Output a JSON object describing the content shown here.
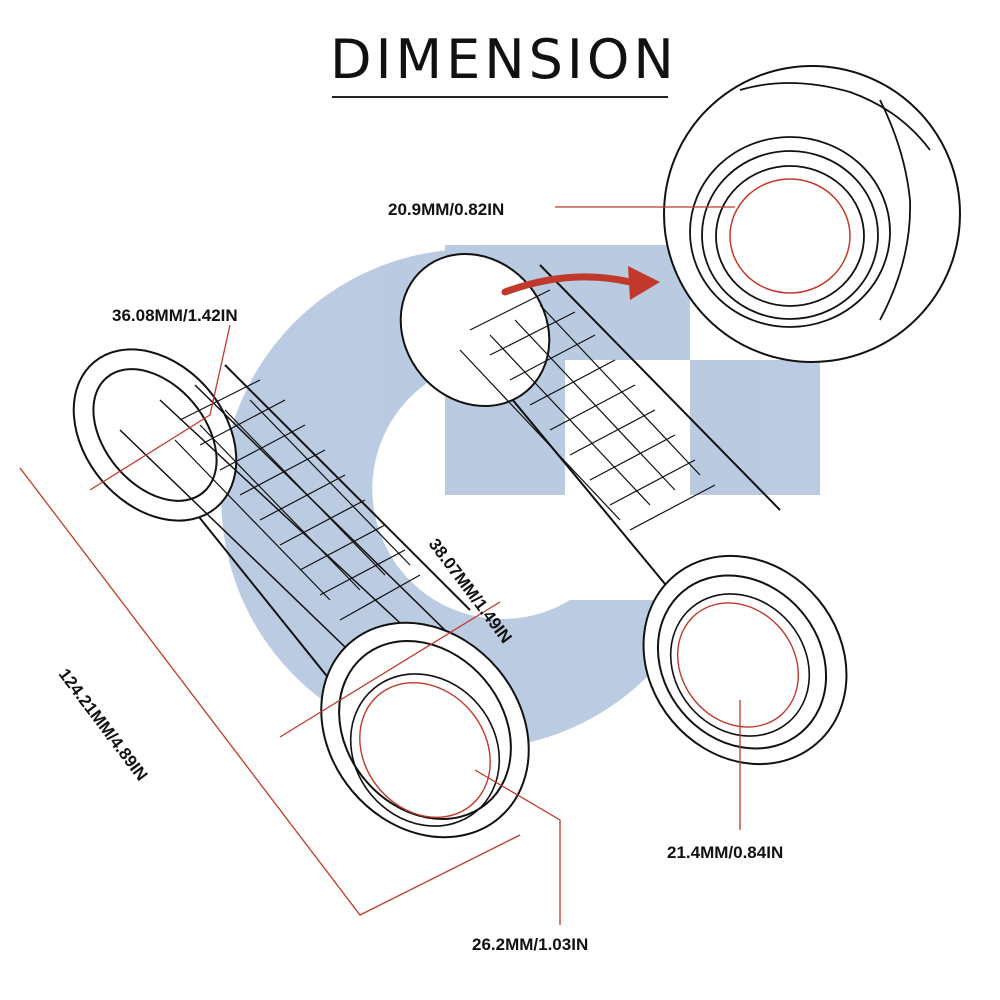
{
  "title": "DIMENSION",
  "watermark_color": "#b7c8e0",
  "line_color": "#c0392b",
  "arrow_color": "#c0392b",
  "dimensions": {
    "inner_top": "20.9MM/0.82IN",
    "outer_left_end": "36.08MM/1.42IN",
    "length": "124.21MM/4.89IN",
    "outer_right_end": "38.07MM/1.49IN",
    "inner_right_end": "21.4MM/0.84IN",
    "inner_left_end": "26.2MM/1.03IN"
  }
}
